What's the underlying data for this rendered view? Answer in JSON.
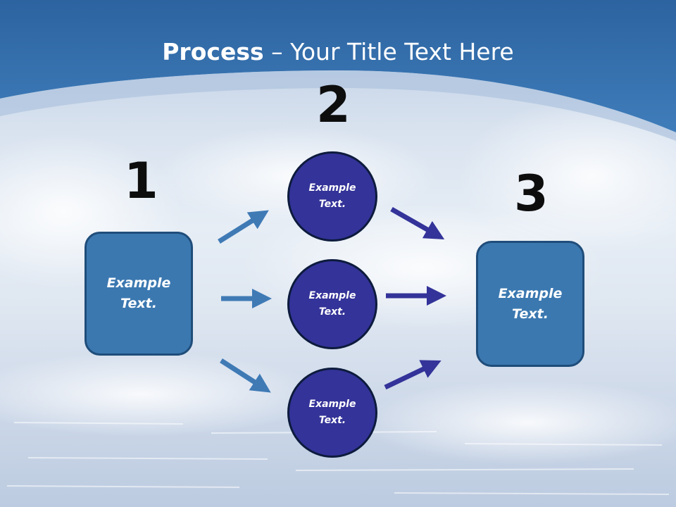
{
  "title": {
    "bold": "Process",
    "rest": " – Your Title Text Here"
  },
  "numbers": {
    "n1": "1",
    "n2": "2",
    "n3": "3"
  },
  "left_box": {
    "line1": "Example",
    "line2": "Text."
  },
  "circles": [
    {
      "line1": "Example",
      "line2": "Text."
    },
    {
      "line1": "Example",
      "line2": "Text."
    },
    {
      "line1": "Example",
      "line2": "Text."
    }
  ],
  "right_box": {
    "line1": "Example",
    "line2": "Text."
  },
  "colors": {
    "box_fill": "#3b78b0",
    "circle_fill": "#343399",
    "arrow_left": "#3f7ab5",
    "arrow_right": "#333399",
    "header": "#3a72ae"
  }
}
